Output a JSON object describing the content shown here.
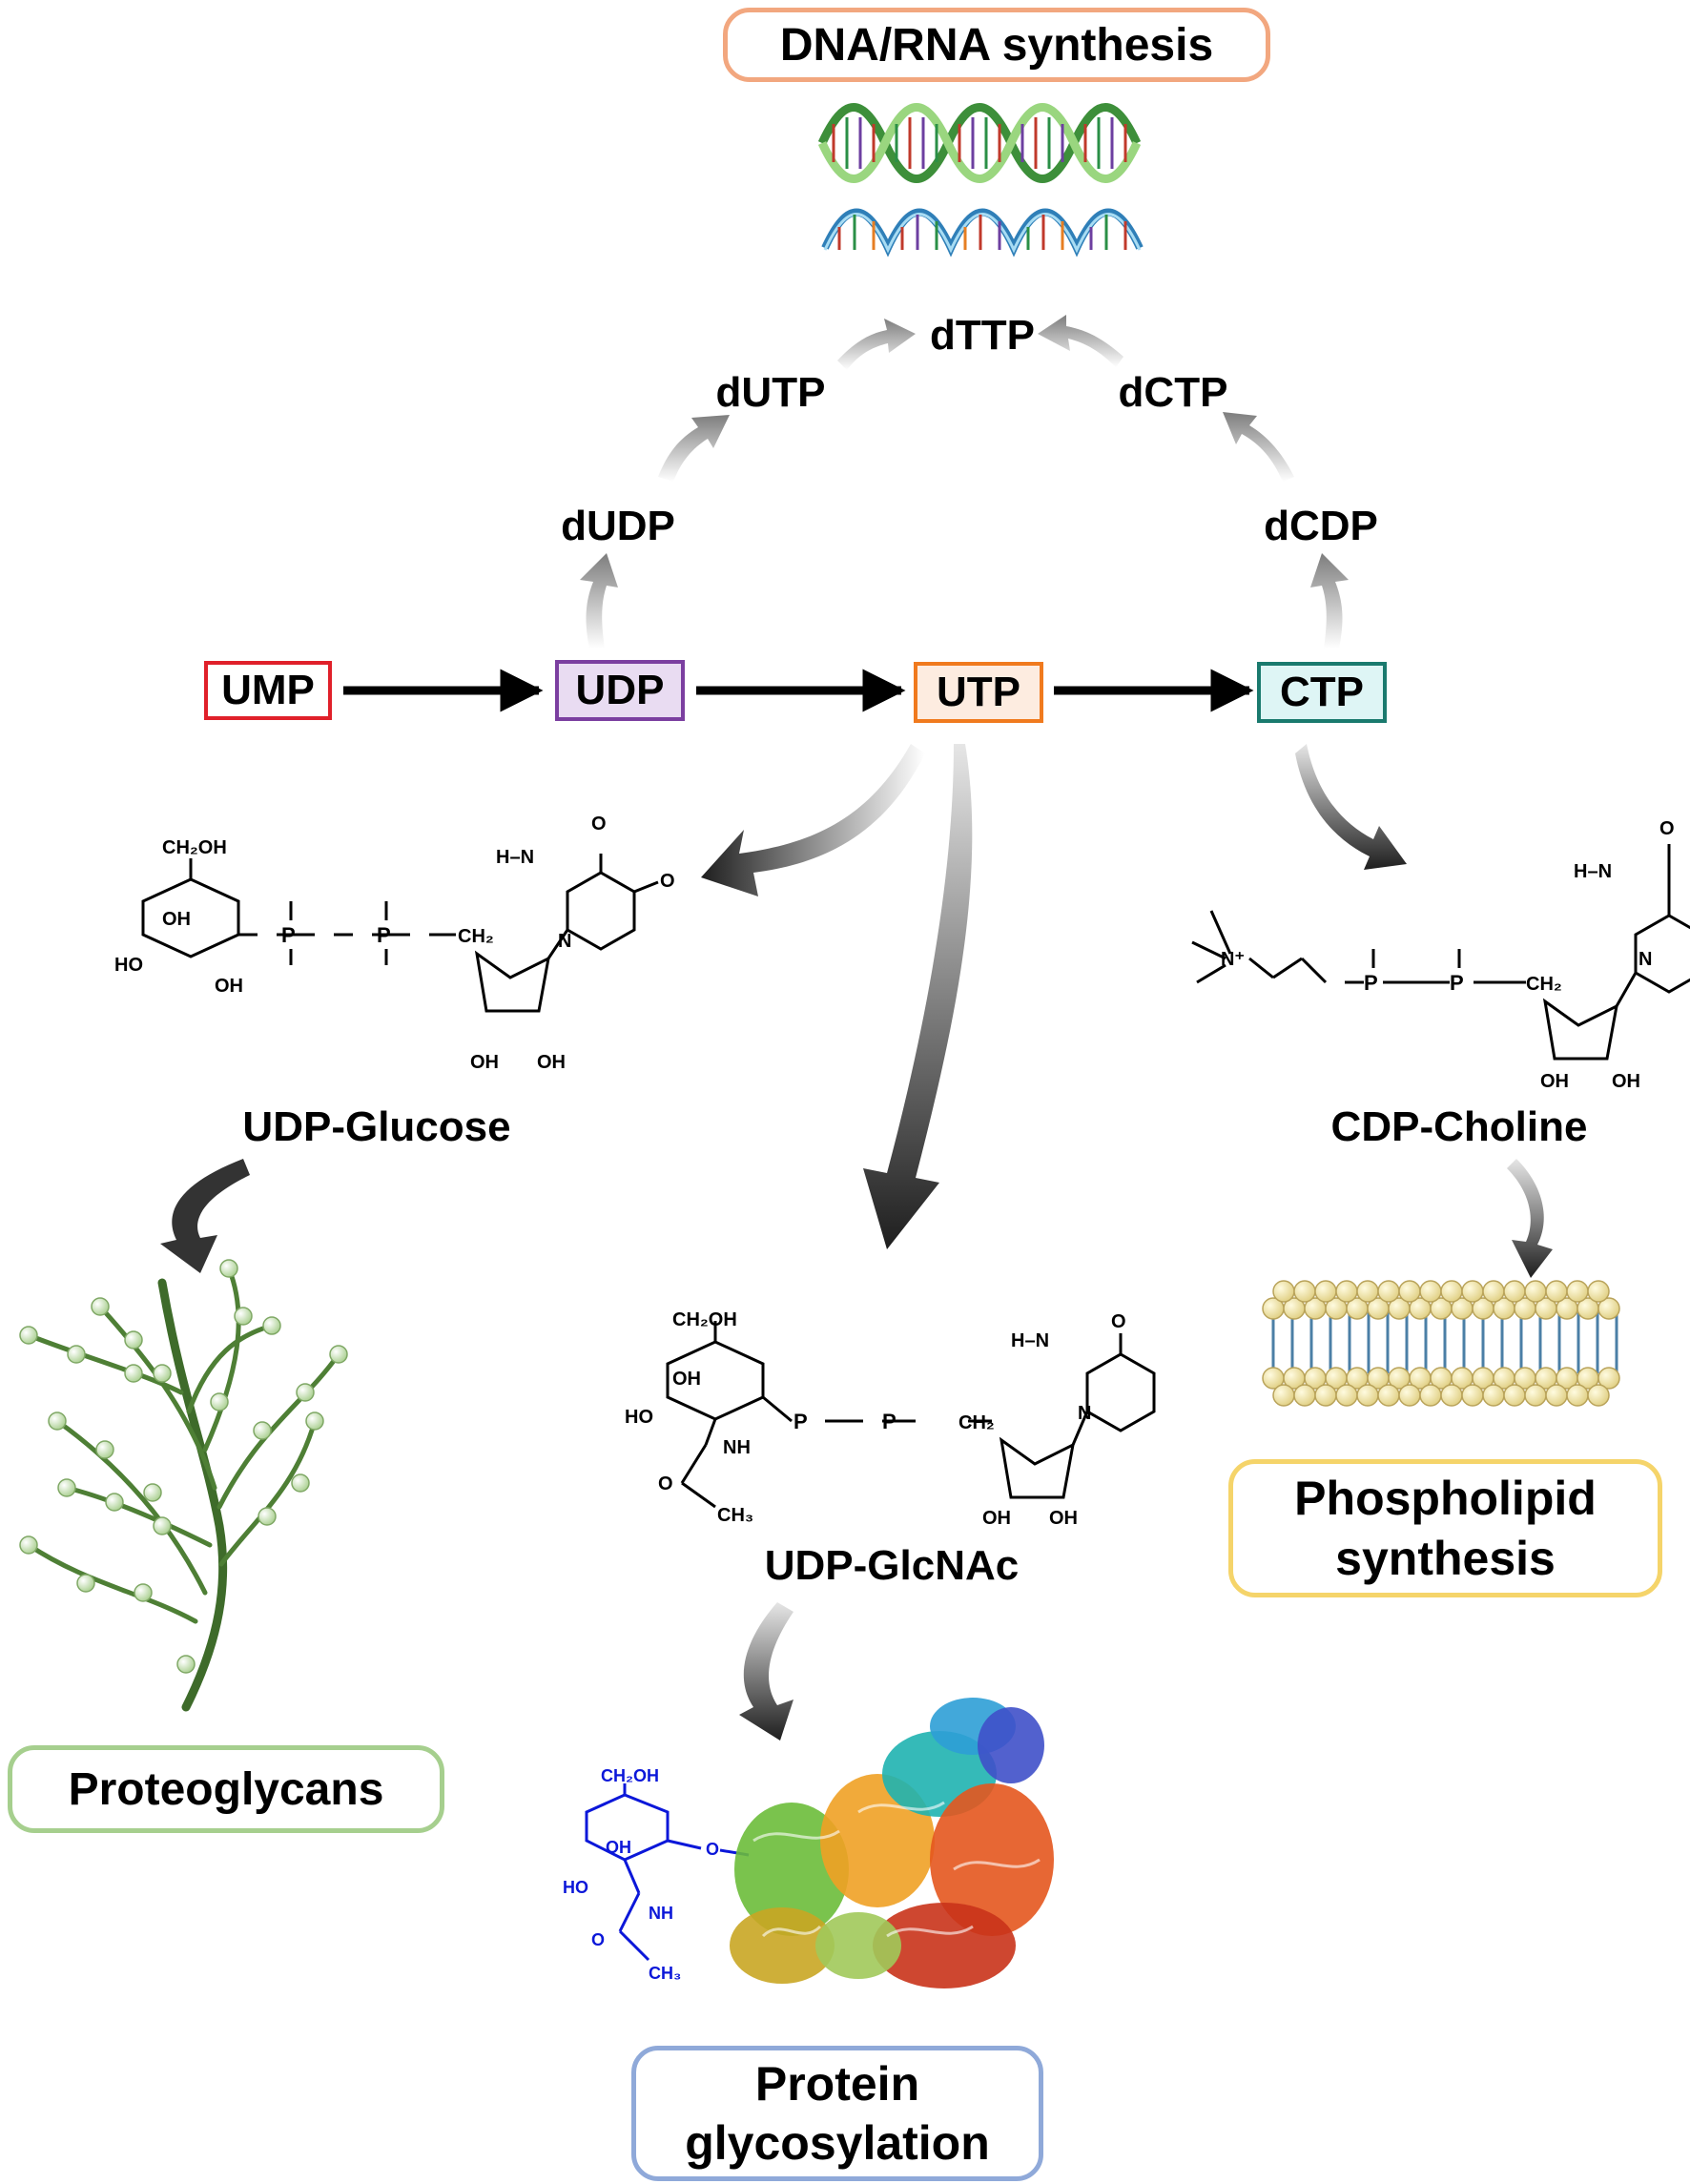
{
  "outcomes": {
    "dna_rna": "DNA/RNA synthesis",
    "proteoglycans": "Proteoglycans",
    "phospholipid_line1": "Phospholipid",
    "phospholipid_line2": "synthesis",
    "glycosylation_line1": "Protein",
    "glycosylation_line2": "glycosylation"
  },
  "nucleotides": {
    "ump": "UMP",
    "udp": "UDP",
    "utp": "UTP",
    "ctp": "CTP",
    "dudp": "dUDP",
    "dutp": "dUTP",
    "dttp": "dTTP",
    "dctp": "dCTP",
    "dcdp": "dCDP"
  },
  "compounds": {
    "udp_glucose": "UDP-Glucose",
    "udp_glcnac": "UDP-GlcNAc",
    "cdp_choline": "CDP-Choline"
  },
  "colors": {
    "ump": "#e0202a",
    "udp": "#7b3fa0",
    "utp": "#f07a1e",
    "ctp": "#1a7a6e",
    "dna_rna": "#f2a77f",
    "proteoglycans": "#a6cf8e",
    "phospholipid": "#f5d46a",
    "glycosylation": "#8fa9d9"
  }
}
